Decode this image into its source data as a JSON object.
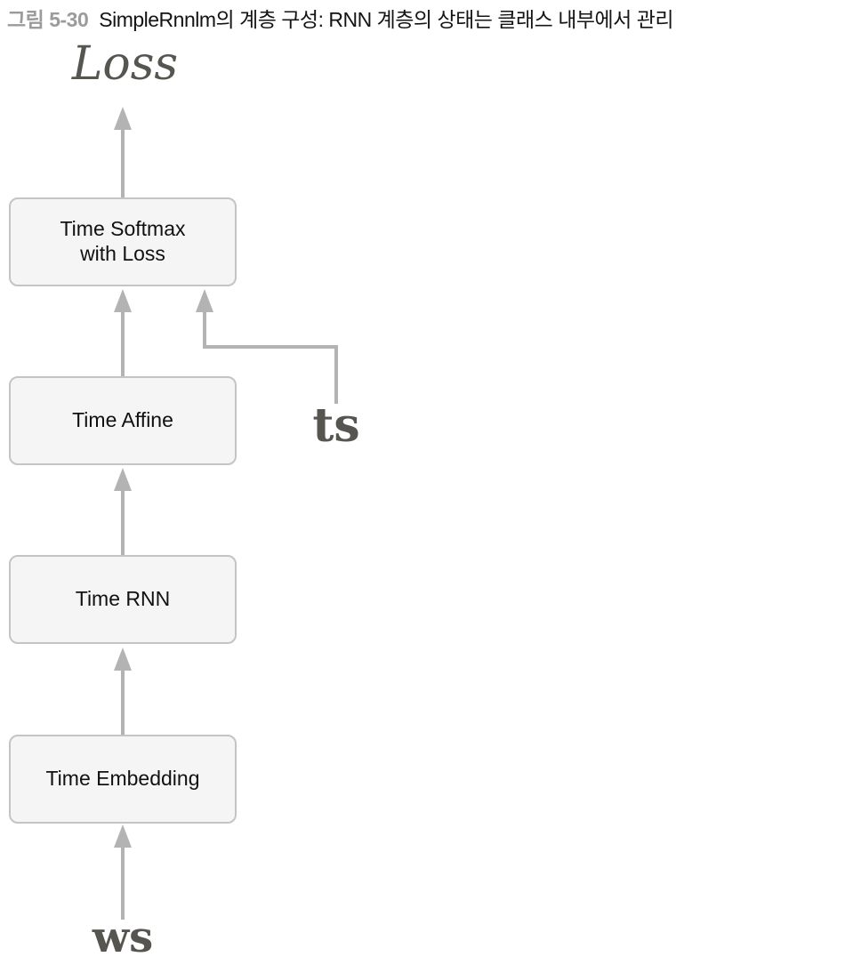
{
  "title": {
    "figure_label": "그림 5-30",
    "text": "SimpleRnnlm의 계층 구성: RNN 계층의 상태는 클래스 내부에서 관리"
  },
  "diagram": {
    "output_label": "Loss",
    "layers": [
      {
        "label": "Time Softmax with Loss"
      },
      {
        "label": "Time Affine"
      },
      {
        "label": "Time RNN"
      },
      {
        "label": "Time Embedding"
      }
    ],
    "inputs": {
      "ts": "ts",
      "ws": "ws"
    }
  },
  "colors": {
    "box_fill": "#f4f5f4",
    "box_border": "#c3c4c3",
    "arrow": "#b3b3b3",
    "box_text": "#111111",
    "var_label_text": "#57554f",
    "figure_label_gray": "#9b9b9b",
    "title_text": "#141414",
    "background": "#ffffff"
  }
}
